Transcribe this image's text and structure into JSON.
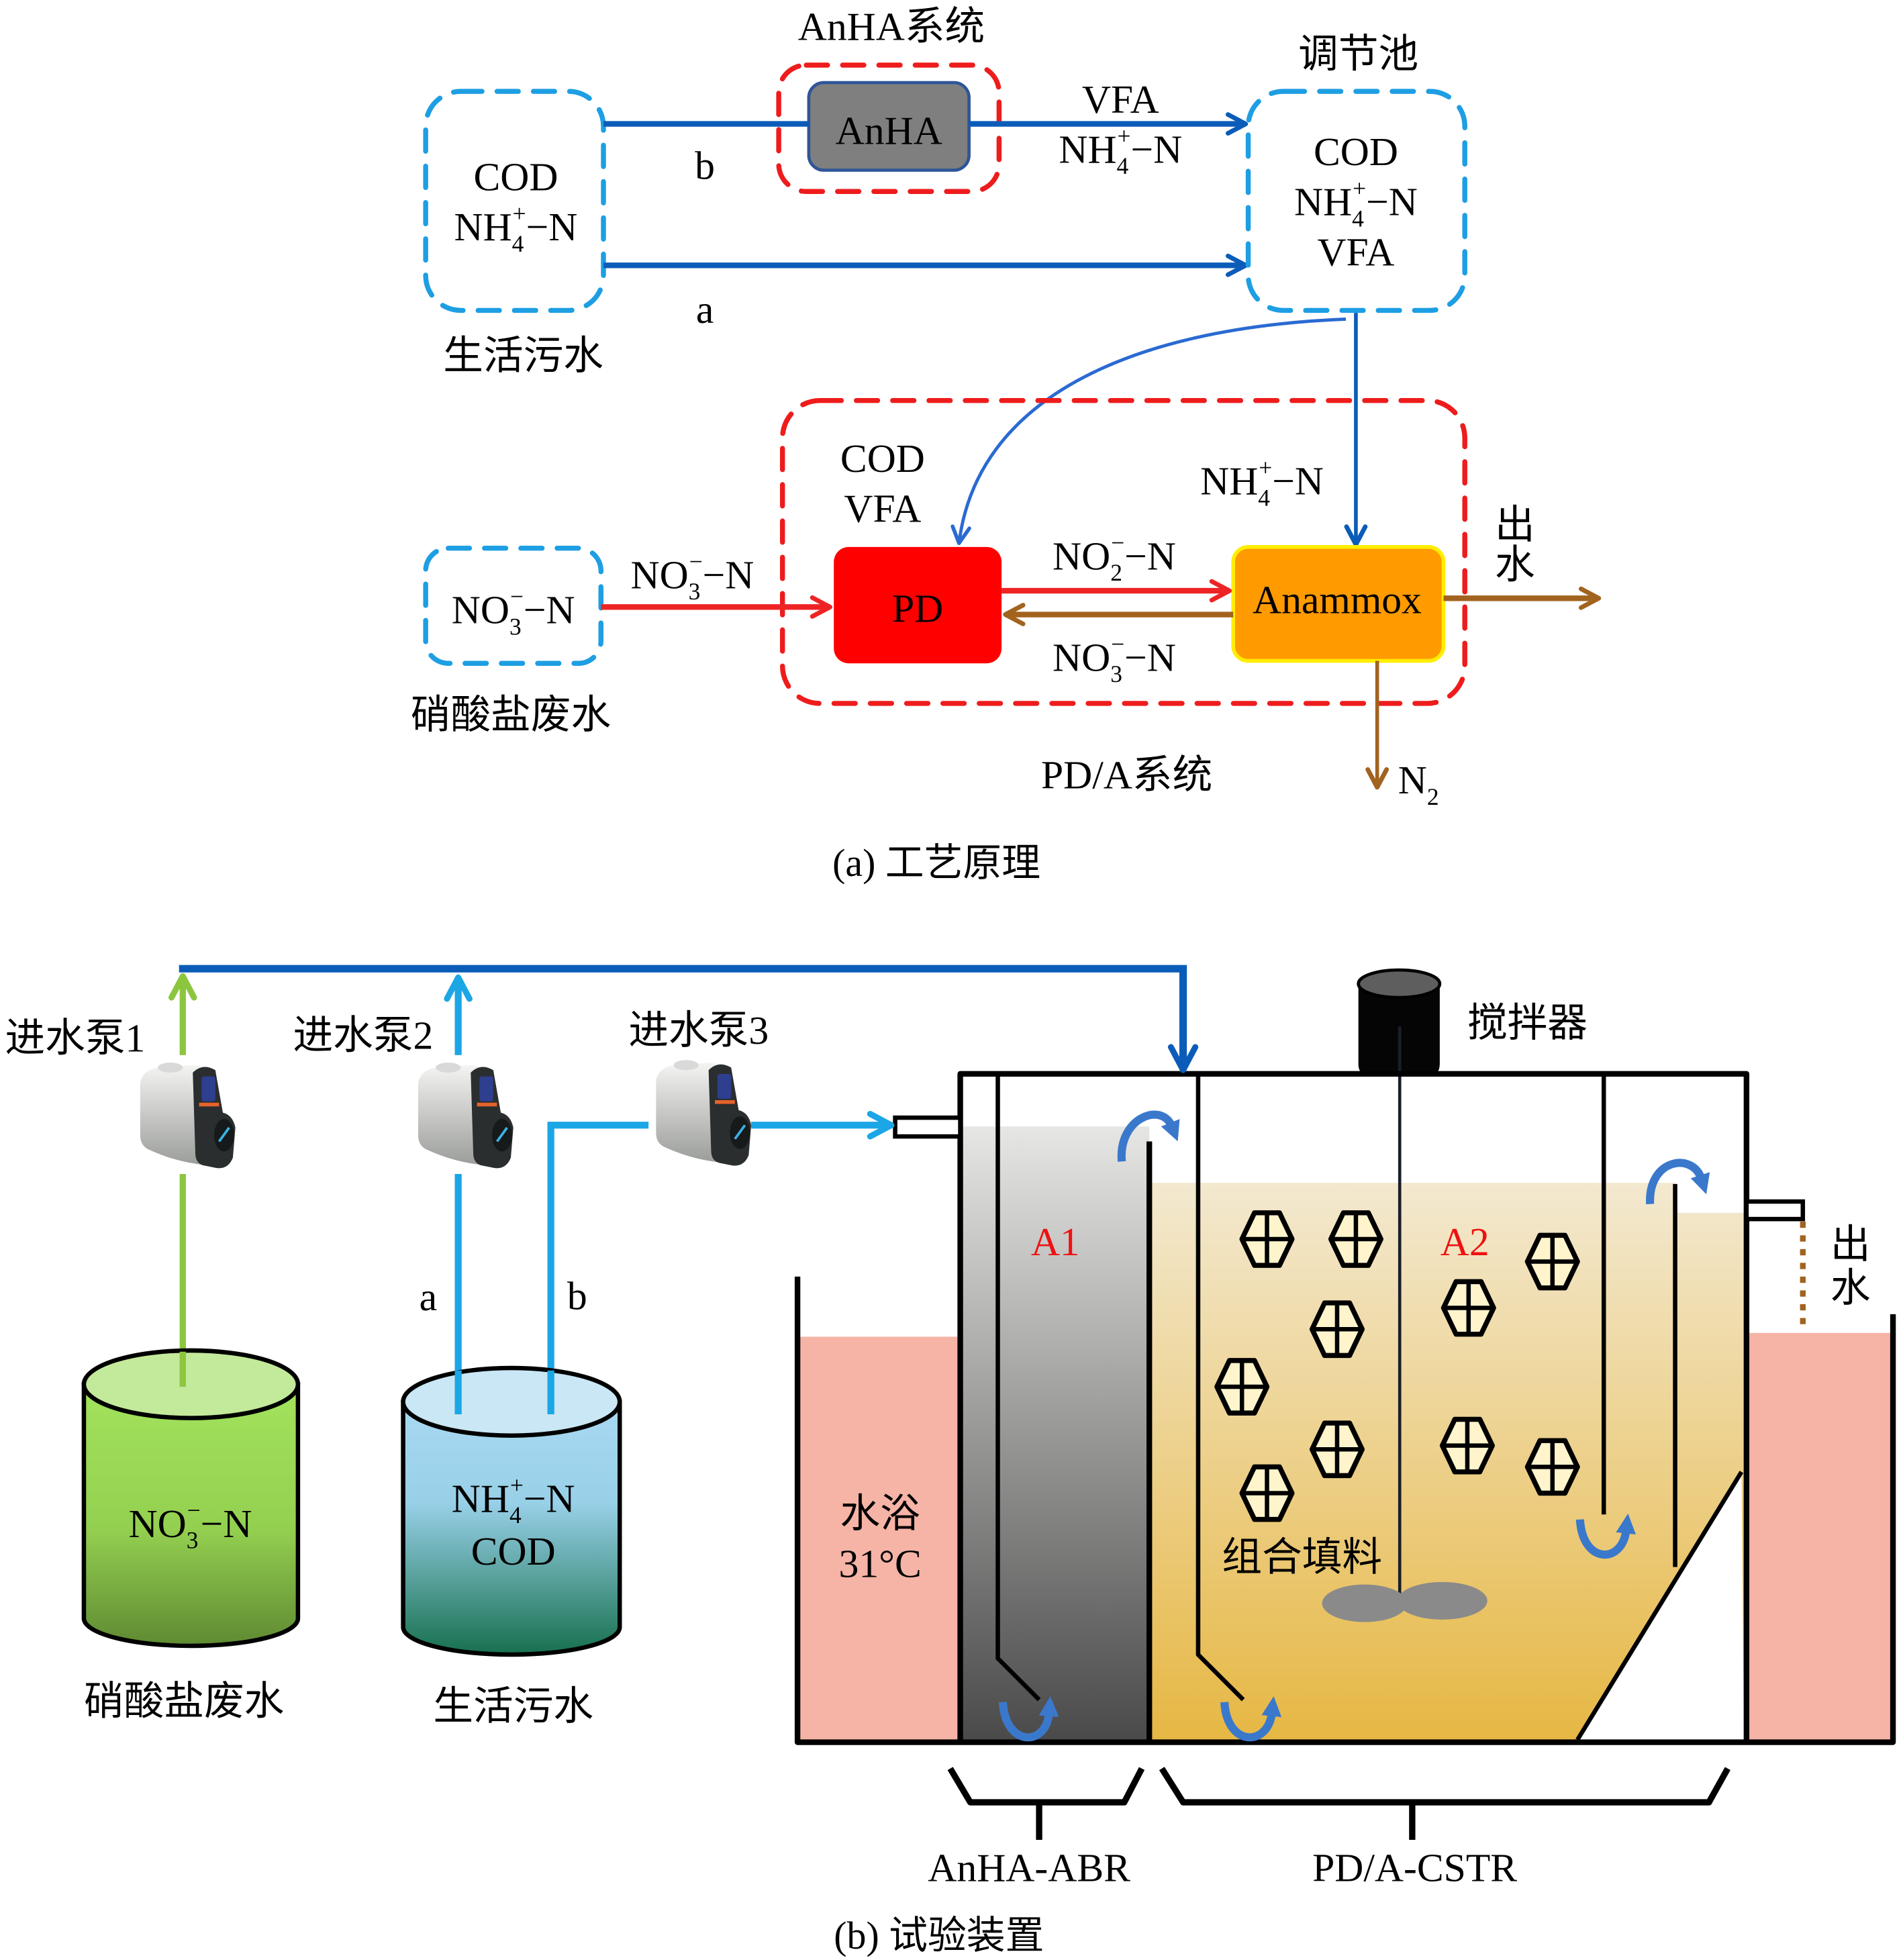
{
  "colors": {
    "flow_dark_blue": "#0b5cb8",
    "flow_light_blue": "#1ba6e6",
    "flow_green": "#8cc63f",
    "dashed_blue": "#1e9ee3",
    "dashed_red": "#ee1c1c",
    "nitrate_red": "#ee2424",
    "brown": "#a2631f",
    "pd_red": "#ff0000",
    "anammox_orange": "#ff9a00",
    "anammox_border": "#ffee00",
    "anha_gray": "#7f7f7f",
    "water_bath_pink": "#f5b4a6",
    "compartment_label_red": "#ee1111",
    "recirculation_blue": "#3a78cc"
  },
  "part_a": {
    "caption": "(a) 工艺原理",
    "sewage": {
      "label": "生活污水",
      "cod": "COD",
      "nh4": {
        "base": "NH",
        "sub": "4",
        "sup": "+",
        "suffix": "−N"
      }
    },
    "route_b": "b",
    "route_a": "a",
    "anha": {
      "system_title": "AnHA系统",
      "unit": "AnHA",
      "out_vfa": "VFA",
      "out_nh4": {
        "base": "NH",
        "sub": "4",
        "sup": "+",
        "suffix": "−N"
      }
    },
    "equalization": {
      "title": "调节池",
      "cod": "COD",
      "nh4": {
        "base": "NH",
        "sub": "4",
        "sup": "+",
        "suffix": "−N"
      },
      "vfa": "VFA"
    },
    "nitrate": {
      "label": "硝酸盐废水",
      "no3": {
        "base": "NO",
        "sub": "3",
        "sup": "−",
        "suffix": "−N"
      }
    },
    "pda": {
      "title": "PD/A系统",
      "pd": "PD",
      "anammox": "Anammox",
      "pd_in_cod": "COD",
      "pd_in_vfa": "VFA",
      "anammox_in_nh4": {
        "base": "NH",
        "sub": "4",
        "sup": "+",
        "suffix": "−N"
      },
      "feed_no3": {
        "base": "NO",
        "sub": "3",
        "sup": "−",
        "suffix": "−N"
      },
      "no2": {
        "base": "NO",
        "sub": "2",
        "sup": "−",
        "suffix": "−N"
      },
      "return_no3": {
        "base": "NO",
        "sub": "3",
        "sup": "−",
        "suffix": "−N"
      },
      "effluent": [
        "出",
        "水"
      ],
      "n2": {
        "base": "N",
        "sub": "2"
      }
    }
  },
  "part_b": {
    "caption": "(b) 试验装置",
    "pumps": [
      {
        "label": "进水泵1"
      },
      {
        "label": "进水泵2"
      },
      {
        "label": "进水泵3"
      }
    ],
    "line_a": "a",
    "line_b": "b",
    "nitrate_tank": {
      "label": "硝酸盐废水",
      "content": {
        "base": "NO",
        "sub": "3",
        "sup": "−",
        "suffix": "−N"
      }
    },
    "sewage_tank": {
      "label": "生活污水",
      "nh4": {
        "base": "NH",
        "sub": "4",
        "sup": "+",
        "suffix": "−N"
      },
      "cod": "COD"
    },
    "stirrer": "搅拌器",
    "compartments": {
      "a1": "A1",
      "a2": "A2"
    },
    "water_bath": {
      "label": "水浴",
      "temperature": "31°C"
    },
    "packing": "组合填料",
    "effluent": [
      "出",
      "水"
    ],
    "reactors": {
      "abr": "AnHA-ABR",
      "cstr": "PD/A-CSTR"
    }
  }
}
